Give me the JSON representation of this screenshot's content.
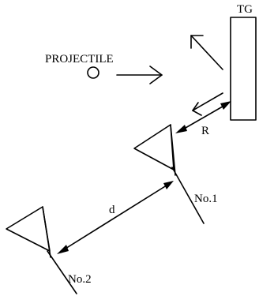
{
  "labels": {
    "target": "TG",
    "projectile": "PROJECTILE",
    "range": "R",
    "separation": "d",
    "antenna1": "No.1",
    "antenna2": "No.2"
  }
}
